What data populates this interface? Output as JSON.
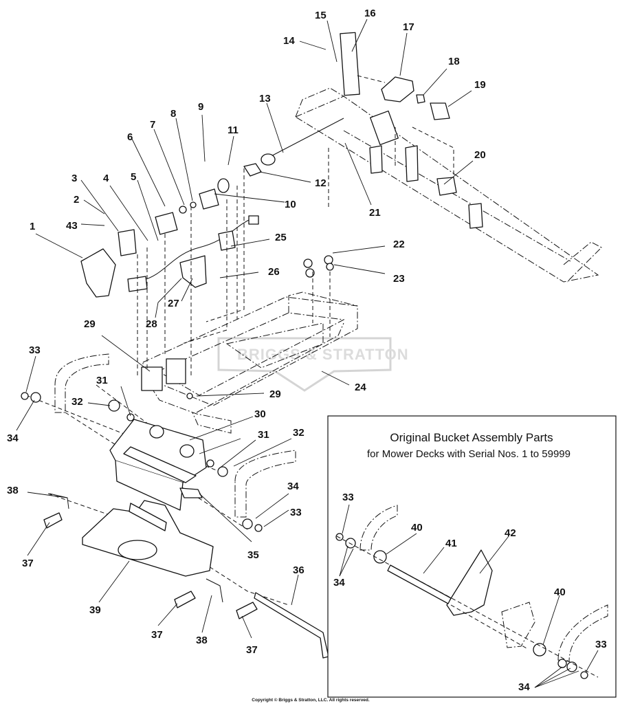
{
  "watermark": {
    "text": "BRIGGS & STRATTON"
  },
  "inset": {
    "title": "Original Bucket Assembly Parts",
    "subtitle": "for Mower Decks with Serial Nos. 1 to 59999"
  },
  "copyright": "Copyright © Briggs & Stratton, LLC. All rights reserved.",
  "callouts": [
    "1",
    "2",
    "3",
    "4",
    "5",
    "6",
    "7",
    "8",
    "9",
    "10",
    "11",
    "12",
    "13",
    "14",
    "15",
    "16",
    "17",
    "18",
    "19",
    "20",
    "21",
    "22",
    "23",
    "24",
    "25",
    "26",
    "27",
    "28",
    "29",
    "29",
    "30",
    "31",
    "31",
    "32",
    "32",
    "33",
    "33",
    "34",
    "34",
    "35",
    "36",
    "37",
    "37",
    "37",
    "38",
    "38",
    "39",
    "43",
    "33",
    "34",
    "40",
    "41",
    "42",
    "40",
    "33",
    "34"
  ]
}
